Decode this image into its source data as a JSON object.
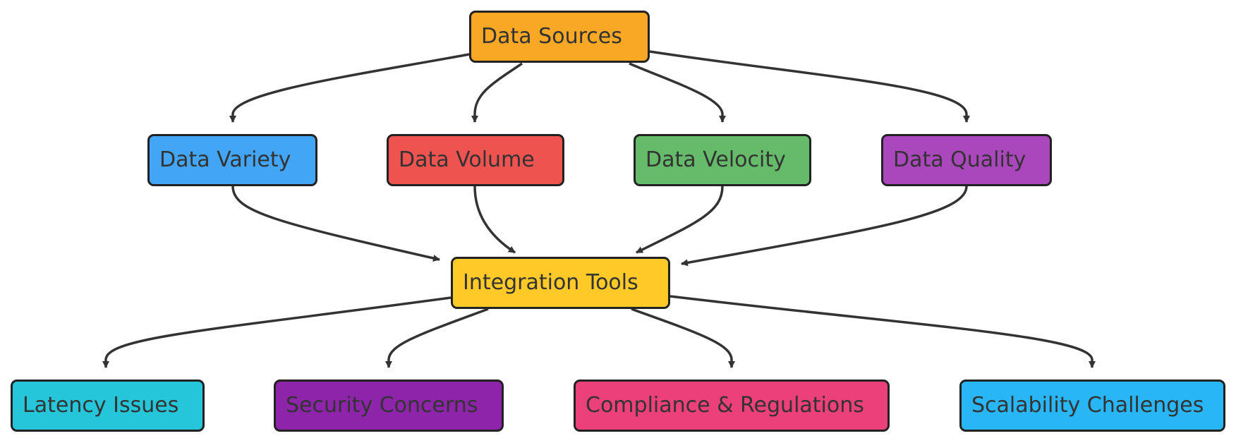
{
  "nodes": {
    "sources": {
      "label": "Data Sources",
      "color": "#F9A825"
    },
    "variety": {
      "label": "Data Variety",
      "color": "#42A5F5"
    },
    "volume": {
      "label": "Data Volume",
      "color": "#EF5350"
    },
    "velocity": {
      "label": "Data Velocity",
      "color": "#66BB6A"
    },
    "quality": {
      "label": "Data Quality",
      "color": "#AB47BC"
    },
    "integration": {
      "label": "Integration Tools",
      "color": "#FFCA28"
    },
    "latency": {
      "label": "Latency Issues",
      "color": "#26C6DA"
    },
    "security": {
      "label": "Security Concerns",
      "color": "#8E24AA"
    },
    "compliance": {
      "label": "Compliance & Regulations",
      "color": "#EC407A"
    },
    "scalability": {
      "label": "Scalability Challenges",
      "color": "#29B6F6"
    }
  },
  "edges": [
    {
      "from": "sources",
      "to": "variety"
    },
    {
      "from": "sources",
      "to": "volume"
    },
    {
      "from": "sources",
      "to": "velocity"
    },
    {
      "from": "sources",
      "to": "quality"
    },
    {
      "from": "variety",
      "to": "integration"
    },
    {
      "from": "volume",
      "to": "integration"
    },
    {
      "from": "velocity",
      "to": "integration"
    },
    {
      "from": "quality",
      "to": "integration"
    },
    {
      "from": "integration",
      "to": "latency"
    },
    {
      "from": "integration",
      "to": "security"
    },
    {
      "from": "integration",
      "to": "compliance"
    },
    {
      "from": "integration",
      "to": "scalability"
    }
  ],
  "edge_color": "#333333"
}
